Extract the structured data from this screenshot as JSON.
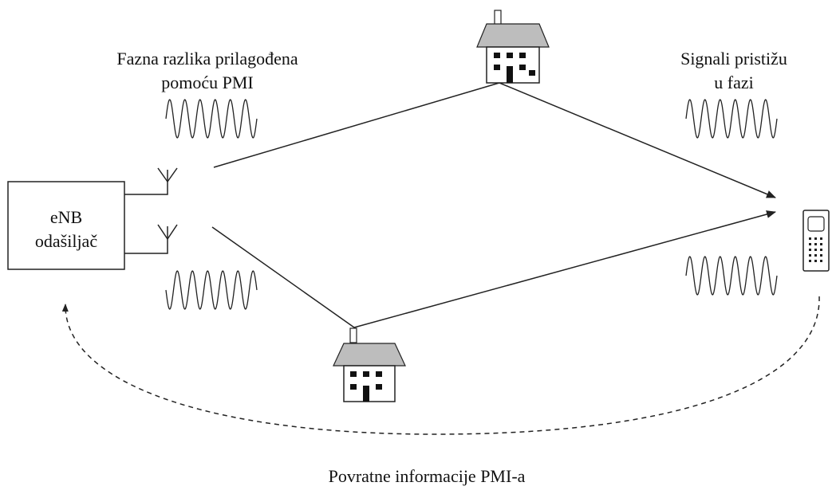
{
  "labels": {
    "phase_line1": "Fazna razlika prilagođena",
    "phase_line2": "pomoću PMI",
    "arrive_line1": "Signali pristižu",
    "arrive_line2": "u fazi",
    "enb_line1": "eNB",
    "enb_line2": "odašiljač",
    "feedback": "Povratne informacije PMI-a"
  },
  "colors": {
    "line": "#222222",
    "roof": "#bdbdbd",
    "window": "#111111"
  },
  "icons": {
    "transmitter": "antenna-icon",
    "reflector": "house-icon",
    "receiver": "mobile-phone-icon"
  }
}
